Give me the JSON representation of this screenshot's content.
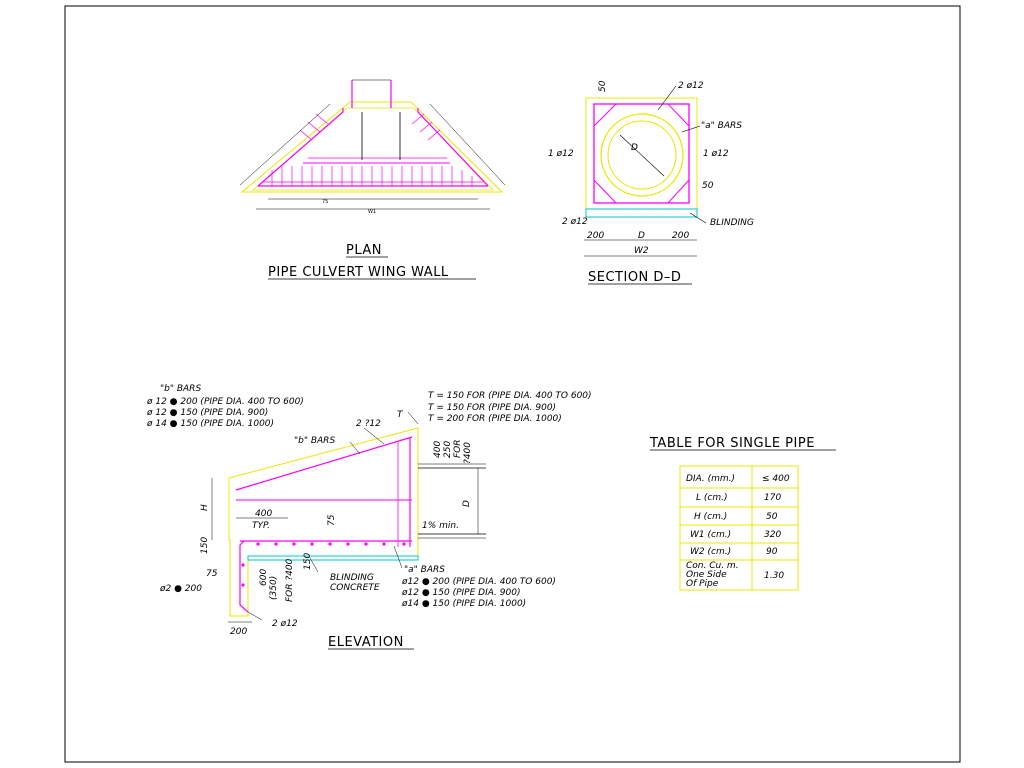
{
  "plan": {
    "title": "PLAN",
    "subtitle": "PIPE CULVERT WING WALL",
    "dims": {
      "inner": "75",
      "overall": "W1"
    }
  },
  "section": {
    "title": "SECTION D–D",
    "top_left": "50",
    "top_bars": "2 ø12",
    "a_bars": "\"a\" BARS",
    "left_bar": "1 ø12",
    "right_bar": "1 ø12",
    "diameter": "D",
    "right_dim": "50",
    "bottom_bars": "2 ø12",
    "blinding": "BLINDING",
    "dim_left": "200",
    "dim_mid": "D",
    "dim_right": "200",
    "dim_total": "W2"
  },
  "elevation": {
    "title": "ELEVATION",
    "b_bars_heading": "\"b\" BARS",
    "b_bars": [
      "ø  12 ● 200  (PIPE DIA. 400 TO 600)",
      "ø  12 ● 150  (PIPE DIA. 900)",
      "ø  14 ● 150  (PIPE DIA. 1000)"
    ],
    "t_notes": [
      "T = 150 FOR (PIPE DIA. 400 TO 600)",
      "T = 150 FOR (PIPE DIA. 900)",
      "T = 200 FOR (PIPE DIA. 1000)"
    ],
    "t_label": "T",
    "b_bars_label": "\"b\" BARS",
    "top_bars": "2 ?12",
    "dim_400": "400",
    "dim_250": "250",
    "dim_for": "FOR",
    "dim_q400": "?400",
    "dim_d": "D",
    "h": "H",
    "dim_400typ": "400",
    "typ": "TYP.",
    "dim_75a": "75",
    "slope": "1% min.",
    "dim_150a": "150",
    "dim_150b": "150",
    "dim_75b": "75",
    "dim_600": "600",
    "dim_350": "(350)",
    "for_400": "FOR ?400",
    "blinding_concrete_1": "BLINDING",
    "blinding_concrete_2": "CONCRETE",
    "left_bar": "ø2 ● 200",
    "dim_200": "200",
    "bottom_bars": "2 ø12",
    "a_bars_heading": "\"a\" BARS",
    "a_bars": [
      "ø12 ● 200 (PIPE DIA. 400 TO 600)",
      "ø12 ● 150 (PIPE DIA. 900)",
      "ø14 ● 150 (PIPE DIA. 1000)"
    ]
  },
  "table": {
    "title": "TABLE FOR SINGLE PIPE",
    "rows": [
      {
        "label": "DIA. (mm.)",
        "value": "≤ 400"
      },
      {
        "label": "L (cm.)",
        "value": "170"
      },
      {
        "label": "H (cm.)",
        "value": "50"
      },
      {
        "label": "W1 (cm.)",
        "value": "320"
      },
      {
        "label": "W2 (cm.)",
        "value": "90"
      },
      {
        "label": "Con. Cu. m.\nOne Side\nOf Pipe",
        "value": "1.30"
      }
    ]
  },
  "colors": {
    "magenta": "#ff00ff",
    "yellow": "#e8e800",
    "cyan": "#00c8c8",
    "line": "#000000"
  }
}
